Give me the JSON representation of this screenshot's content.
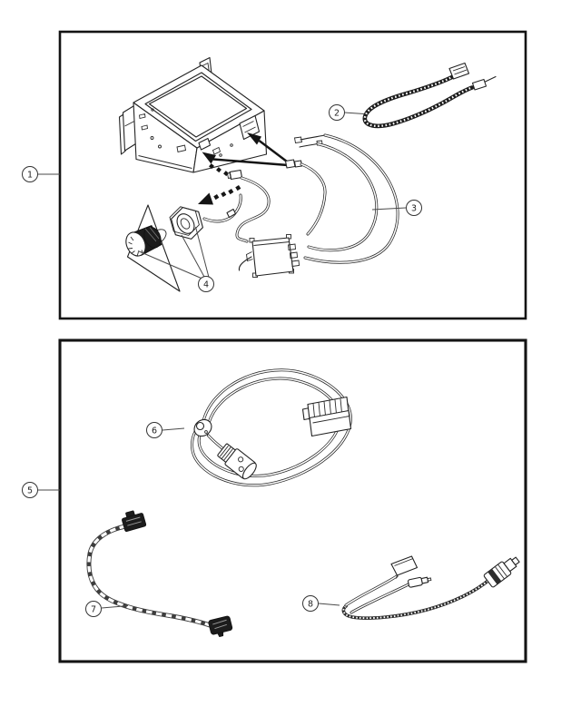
{
  "colors": {
    "background": "#ffffff",
    "line_art": "#1f1f1f",
    "callout_stroke": "#333333"
  },
  "callouts": [
    {
      "label": "1"
    },
    {
      "label": "2"
    },
    {
      "label": "3"
    },
    {
      "label": "4"
    },
    {
      "label": "5"
    },
    {
      "label": "6"
    },
    {
      "label": "7"
    },
    {
      "label": "8"
    }
  ],
  "panels": {
    "top": {
      "items": [
        "radio-head-unit-with-brackets",
        "coiled-antenna-cable",
        "wiring-harness-with-module",
        "knob-bezel-and-panel-hardware"
      ]
    },
    "bottom": {
      "items": [
        "loop-cable-with-din-plug-and-multipin-connector",
        "taped-jumper-harness",
        "media-adapter-y-cable"
      ]
    }
  }
}
